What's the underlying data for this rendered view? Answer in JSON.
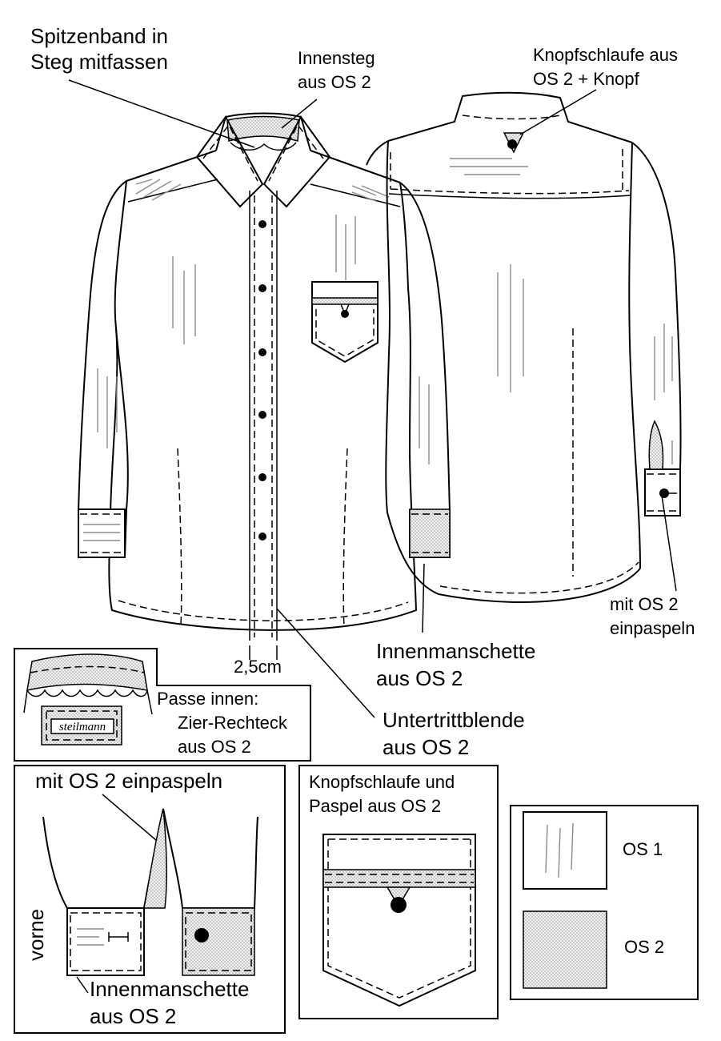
{
  "labels": {
    "lace": [
      "Spitzenband in",
      "Steg mitfassen"
    ],
    "inner_band": [
      "Innensteg",
      "aus OS 2"
    ],
    "button_loop_back": [
      "Knopfschlaufe aus",
      "OS 2 + Knopf"
    ],
    "piping_back": [
      "mit OS 2",
      "einpaspeln"
    ],
    "inner_cuff_main": [
      "Innenmanschette",
      "aus OS 2"
    ],
    "placket_width": "2,5cm",
    "underlap_facing": [
      "Untertrittblende",
      "aus OS 2"
    ],
    "yoke_inside": [
      "Passe innen:",
      "Zier-Rechteck",
      "aus OS 2"
    ],
    "brand_tag": "steilmann",
    "piping_detail": "mit OS 2 einpaspeln",
    "vorne": "vorne",
    "inner_cuff_detail": [
      "Innenmanschette",
      "aus OS 2"
    ],
    "pocket_detail": [
      "Knopfschlaufe und",
      "Paspel aus OS 2"
    ]
  },
  "legend": [
    {
      "label": "OS 1",
      "fill": "stripes"
    },
    {
      "label": "OS 2",
      "fill": "dotted"
    }
  ],
  "colors": {
    "line": "#000000",
    "stitch_shading": "#8c8c8c",
    "background": "#ffffff"
  }
}
